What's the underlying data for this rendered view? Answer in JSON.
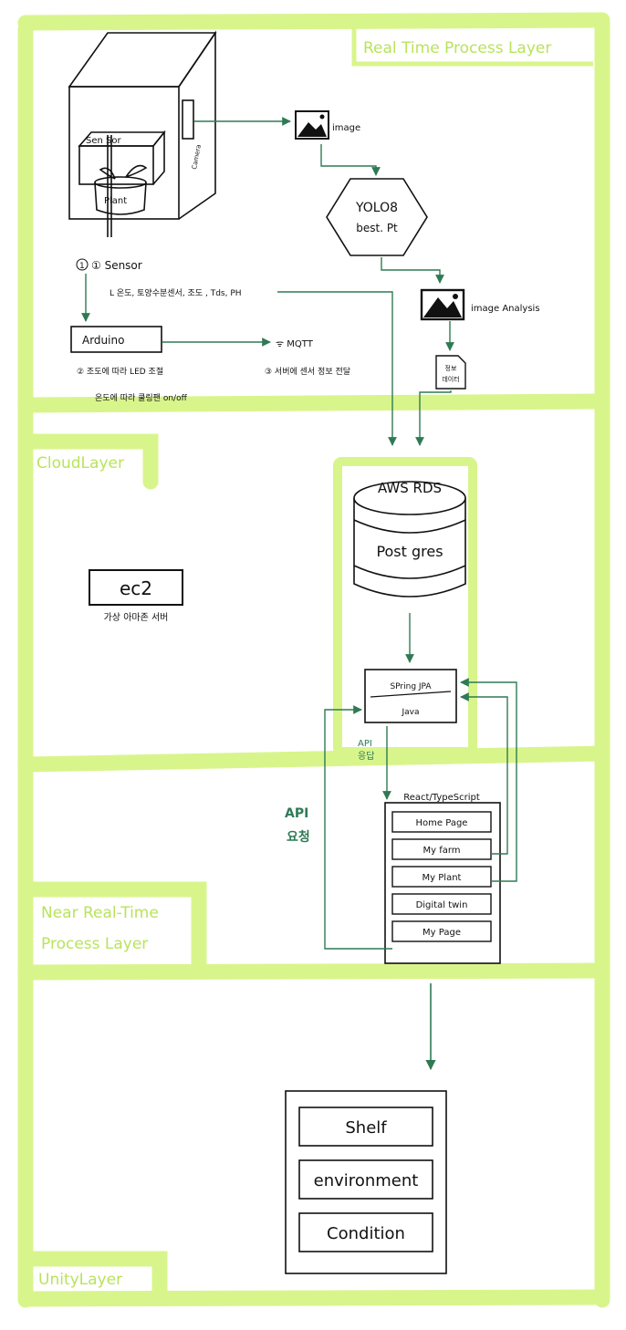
{
  "colors": {
    "layer_band": "#d8f58c",
    "arrow": "#2f7a55",
    "ink": "#111111",
    "panel_bg": "#fdfff2"
  },
  "layers": {
    "real_time": "Real Time  Process Layer",
    "cloud": "CloudLayer",
    "near_real_time_line1": "Near Real-Time",
    "near_real_time_line2": "Process Layer",
    "unity": "UnityLayer"
  },
  "hardware": {
    "sensor_box": "Sen Sor",
    "plant": "Plant",
    "camera": "Camera"
  },
  "pipeline": {
    "image_label": "image",
    "yolo_line1": "YOLO8",
    "yolo_line2": "best. Pt",
    "analysis_label": "image  Analysis",
    "info_doc_line1": "정보",
    "info_doc_line2": "데이터"
  },
  "sensor": {
    "step1": "① Sensor",
    "sensor_list": "L  온도, 토양수분센서, 조도 , Tds, PH",
    "arduino": "Arduino",
    "mqtt": "ᯤ MQTT",
    "step2_line1": "② 조도에 따라 LED 조절",
    "step2_line2": "온도에 따라 쿨링팬 on/off",
    "step3": "③ 서버에 센서 정보 전달"
  },
  "cloud": {
    "aws_rds": "AWS RDS",
    "postgres": "Post gres",
    "ec2": "ec2",
    "ec2_caption": "가상 아마존 서버",
    "spring_top": "SPring JPA",
    "spring_bottom": "Java"
  },
  "api": {
    "response_line1": "API",
    "response_line2": "응답",
    "request_line1": "API",
    "request_line2": "요청"
  },
  "frontend": {
    "title": "React/TypeScript",
    "pages": [
      "Home Page",
      "My  farm",
      "My  Plant",
      "Digital  twin",
      "My  Page"
    ]
  },
  "unity": {
    "items": [
      "Shelf",
      "environment",
      "Condition"
    ]
  }
}
